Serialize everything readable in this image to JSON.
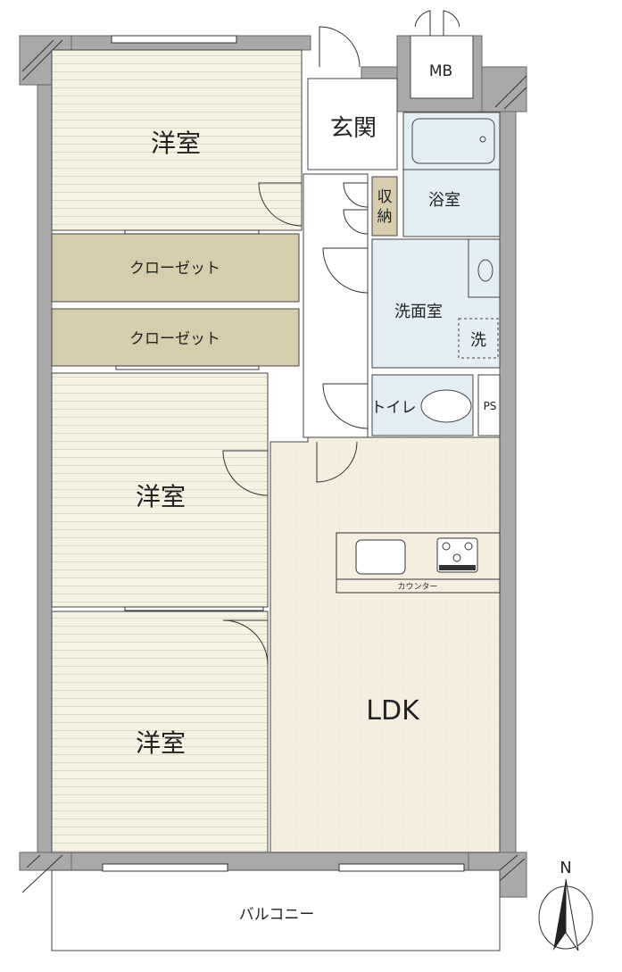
{
  "rooms": {
    "western_room_1": "洋室",
    "closet_1": "クローゼット",
    "closet_2": "クローゼット",
    "western_room_2": "洋室",
    "western_room_3": "洋室",
    "ldk": "LDK",
    "entrance": "玄関",
    "storage": "収納",
    "bathroom": "浴室",
    "washroom": "洗面室",
    "washer": "洗",
    "toilet": "トイレ",
    "ps": "PS",
    "mb": "MB",
    "counter": "カウンター",
    "balcony": "バルコニー"
  },
  "compass": {
    "label": "N"
  },
  "colors": {
    "wall": "#a9a9a9",
    "floor_wood": "#f7f3e3",
    "closet": "#d7ccae",
    "wet_area": "#e4eff5",
    "ldk_floor": "#f6efdf"
  }
}
